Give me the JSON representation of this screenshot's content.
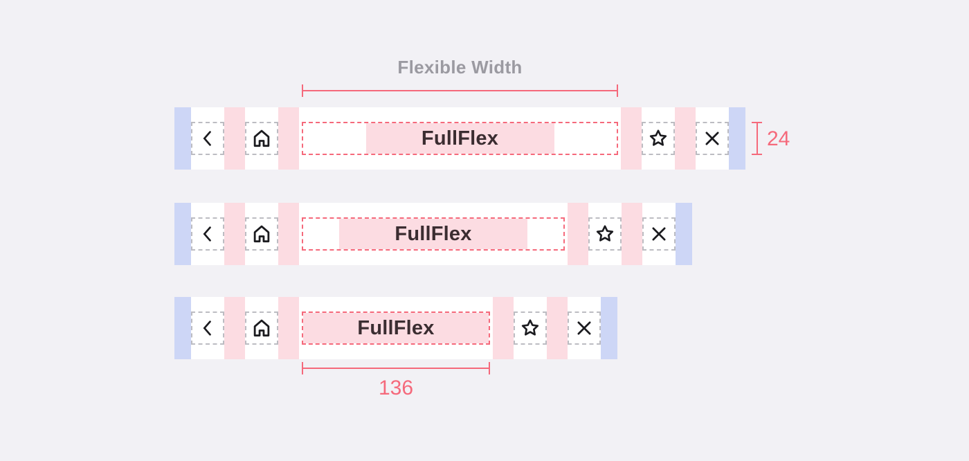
{
  "annotations": {
    "flexible_width_label": "Flexible Width",
    "height_label": "24",
    "min_width_label": "136"
  },
  "navbar": {
    "title": "FullFlex",
    "icons": [
      {
        "name": "chevron-left-icon",
        "meaning": "back"
      },
      {
        "name": "home-icon",
        "meaning": "home"
      },
      {
        "name": "star-icon",
        "meaning": "favorite"
      },
      {
        "name": "close-icon",
        "meaning": "close"
      }
    ]
  },
  "rows": [
    {
      "variant": "max-flexible-width"
    },
    {
      "variant": "mid-flexible-width"
    },
    {
      "variant": "min-flexible-width"
    }
  ],
  "colors": {
    "background": "#F2F1F5",
    "bar_background": "#FFFFFF",
    "edge_lavender": "#CDD6F6",
    "spacer_pink": "#FCDCE2",
    "accent_pink": "#F5697B",
    "dashed_grey": "#BCBCC2",
    "label_grey": "#9B9AA1",
    "title_dark": "#3B2D31",
    "icon_black": "#1B1B1F"
  }
}
